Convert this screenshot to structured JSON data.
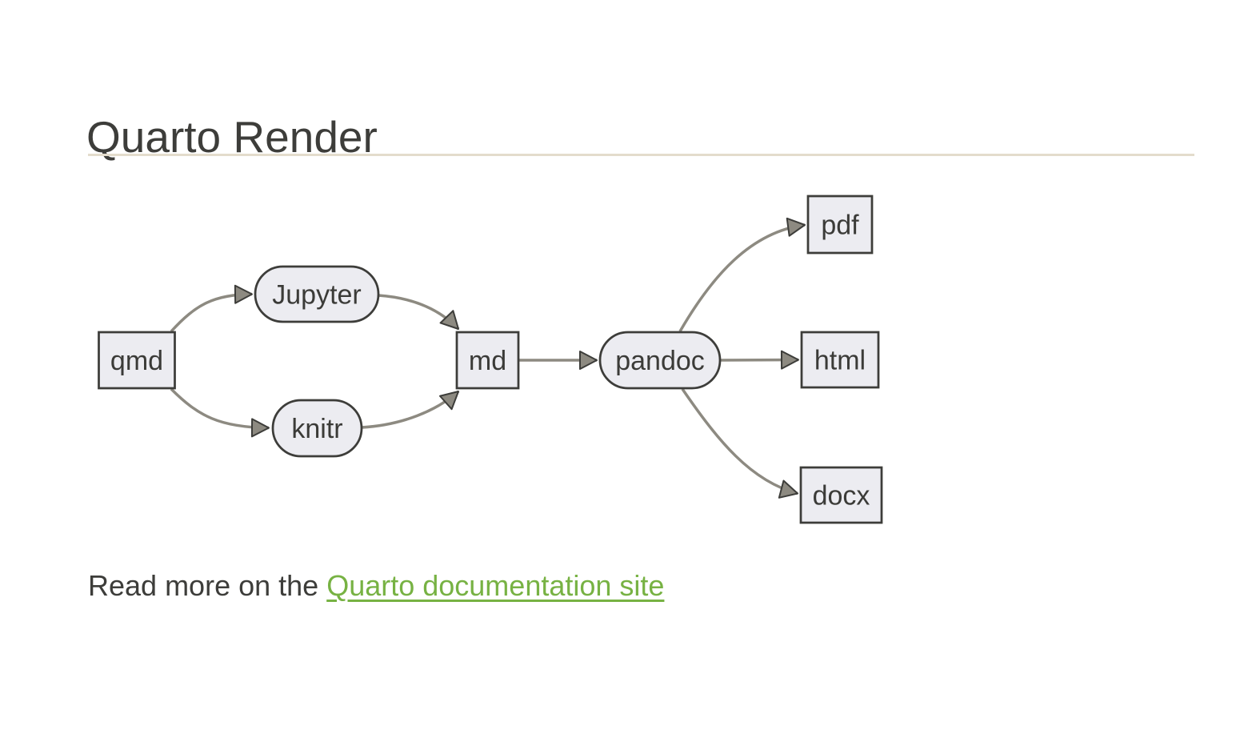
{
  "page": {
    "title": "Quarto Render"
  },
  "diagram": {
    "type": "flowchart",
    "direction": "left-to-right",
    "nodes": [
      {
        "id": "qmd",
        "label": "qmd",
        "shape": "rect"
      },
      {
        "id": "jupyter",
        "label": "Jupyter",
        "shape": "stadium"
      },
      {
        "id": "knitr",
        "label": "knitr",
        "shape": "stadium"
      },
      {
        "id": "md",
        "label": "md",
        "shape": "rect"
      },
      {
        "id": "pandoc",
        "label": "pandoc",
        "shape": "stadium"
      },
      {
        "id": "pdf",
        "label": "pdf",
        "shape": "rect"
      },
      {
        "id": "html",
        "label": "html",
        "shape": "rect"
      },
      {
        "id": "docx",
        "label": "docx",
        "shape": "rect"
      }
    ],
    "edges": [
      {
        "from": "qmd",
        "to": "jupyter"
      },
      {
        "from": "qmd",
        "to": "knitr"
      },
      {
        "from": "jupyter",
        "to": "md"
      },
      {
        "from": "knitr",
        "to": "md"
      },
      {
        "from": "md",
        "to": "pandoc"
      },
      {
        "from": "pandoc",
        "to": "pdf"
      },
      {
        "from": "pandoc",
        "to": "html"
      },
      {
        "from": "pandoc",
        "to": "docx"
      }
    ],
    "colors": {
      "node_fill": "#ececf1",
      "node_border": "#3d3d3a",
      "edge": "#8d8a81",
      "label_text": "#3b3b38"
    }
  },
  "footer": {
    "prefix": "Read more on the ",
    "link": {
      "label": "Quarto documentation site",
      "color": "#77b243"
    }
  },
  "theme": {
    "background": "#ffffff",
    "heading_text": "#3d3d3a",
    "body_text": "#3d3d3a",
    "divider": "#e3dccc"
  }
}
